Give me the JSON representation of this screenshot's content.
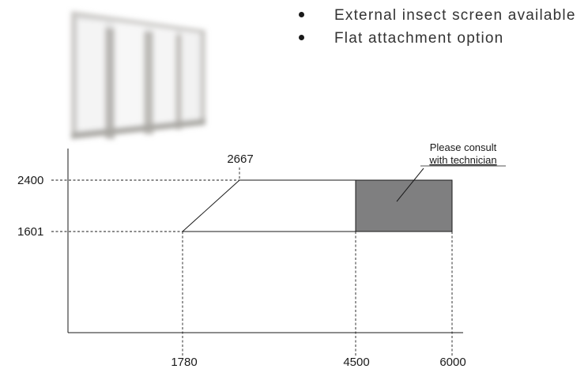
{
  "photo": {
    "icon": "sliding-glass-door-photo"
  },
  "features": [
    "External insect screen available",
    "Flat attachment option"
  ],
  "chart_data": {
    "type": "area",
    "x_ticks": [
      "1780",
      "4500",
      "6000"
    ],
    "y_ticks": [
      "1601",
      "2400"
    ],
    "corner_label": "2667",
    "allowed_region": {
      "x": [
        1780,
        2667,
        4500,
        4500
      ],
      "y": [
        1601,
        2400,
        2400,
        1601
      ]
    },
    "consult_region": {
      "x": [
        4500,
        6000
      ],
      "y": [
        1601,
        2400
      ],
      "color": "#7f7f80"
    },
    "annotation": {
      "line1": "Please consult",
      "line2": "with technician"
    }
  }
}
